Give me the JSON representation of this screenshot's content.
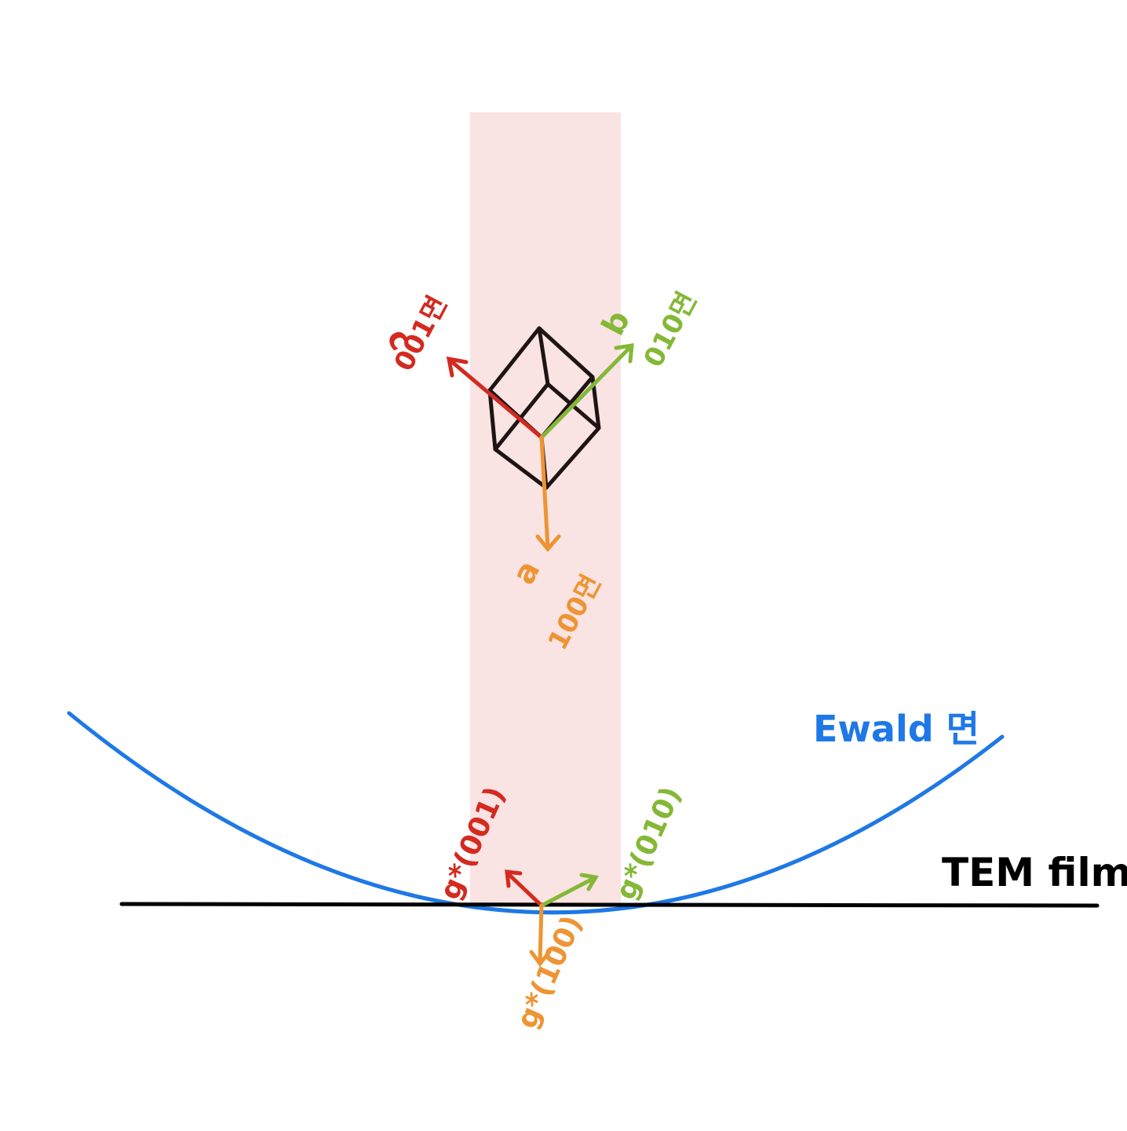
{
  "colors": {
    "background": "#ffffff",
    "beam": "#f9e3e3",
    "cube": "#1e1414",
    "red": "#d42a1f",
    "green": "#84b836",
    "orange": "#ee9433",
    "blue": "#1e78e6",
    "film": "#000000"
  },
  "labels": {
    "c_vector": "c",
    "c_plane": "001면",
    "b_vector": "b",
    "b_plane": "010면",
    "a_vector": "a",
    "a_plane": "100면",
    "ewald": "Ewald 면",
    "film": "TEM film",
    "g001": "g*(001)",
    "g010": "g*(010)",
    "g100": "g*(100)"
  }
}
